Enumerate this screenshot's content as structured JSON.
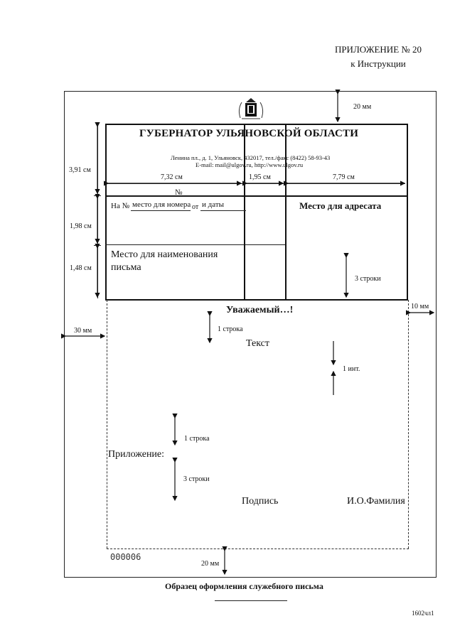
{
  "header": {
    "appendix_title": "ПРИЛОЖЕНИЕ № 20",
    "appendix_subtitle": "к Инструкции"
  },
  "letterhead": {
    "title": "ГУБЕРНАТОР УЛЬЯНОВСКОЙ ОБЛАСТИ",
    "address_line": "Ленина пл., д. 1, Ульяновск, 432017, тел./факс (8422) 58-93-43",
    "email_line": "E-mail: mail@ulgov.ru, http://www.ulgov.ru",
    "number_sign": "№",
    "reply_prefix": "На №",
    "reply_number_placeholder": "место для номера",
    "reply_from": "от",
    "reply_date_placeholder": "и даты",
    "addressee_placeholder": "Место для адресата",
    "letter_title_placeholder": "Место для наименования письма"
  },
  "dimensions": {
    "top_margin": "20 мм",
    "header_height": "3,91 см",
    "reply_height": "1,98 см",
    "title_height": "1,48 см",
    "col1_width": "7,32 см",
    "col2_width": "1,95 см",
    "col3_width": "7,79 см",
    "right_margin": "10 мм",
    "left_margin": "30 мм",
    "bottom_margin": "20 мм",
    "gap_addressee": "3 строки",
    "gap_greeting": "1 строка",
    "gap_text": "1 инт.",
    "gap_before_appendix": "1 строка",
    "gap_before_signature": "3 строки"
  },
  "body": {
    "greeting": "Уважаемый…!",
    "text": "Текст",
    "appendix_label": "Приложение:",
    "signature": "Подпись",
    "signer_name": "И.О.Фамилия"
  },
  "footer": {
    "page_code": "000006",
    "caption": "Образец оформления служебного письма",
    "doc_code": "1602чл1"
  }
}
